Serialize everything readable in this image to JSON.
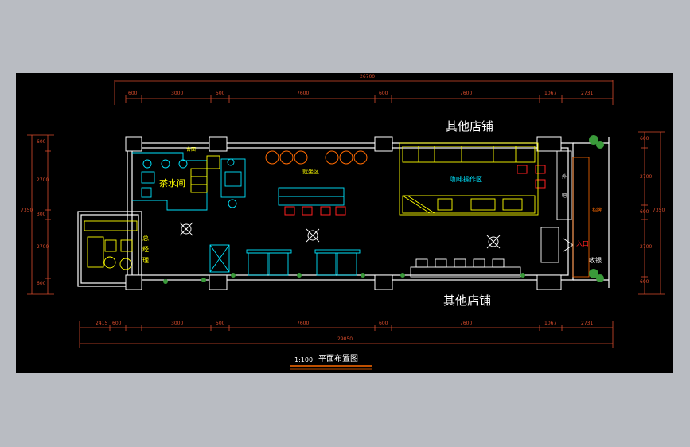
{
  "neighbors": {
    "top": "其他店铺",
    "bottom": "其他店铺"
  },
  "rooms": {
    "tea_room": "茶水间",
    "dining_area": "就坐区",
    "coffee_area": "咖啡操作区",
    "entrance": "入口",
    "store_name_band": "招牌",
    "room_left_1": "总",
    "room_left_2": "经",
    "room_left_3": "理",
    "bar": "台面",
    "cashier": "收银",
    "sign_top": "外",
    "sign_mid": "吧"
  },
  "dimensions": {
    "top_total": "26700",
    "top_segments": [
      "600",
      "3000",
      "500",
      "7600",
      "600",
      "7600",
      "1067",
      "2731"
    ],
    "bottom_total": "29050",
    "bottom_segments": [
      "2415",
      "600",
      "3000",
      "500",
      "7600",
      "600",
      "7600",
      "1067",
      "2731"
    ],
    "left_total": "7350",
    "left_segments": [
      "600",
      "2700",
      "300",
      "2700",
      "600"
    ],
    "right_total": "7350",
    "right_segments": [
      "600",
      "2700",
      "600",
      "2700",
      "600"
    ]
  },
  "caption": {
    "scale": "1:100",
    "title": "平面布置图"
  },
  "colors": {
    "background": "#000000",
    "frame": "#b9bcc2",
    "dims": "#d94c2c",
    "walls": "#ffffff",
    "furniture": "#00e5ff",
    "fixtures": "#ffff00",
    "seating": "#ff6a00",
    "stools": "#ff2020",
    "plants": "#3a9a3a"
  }
}
